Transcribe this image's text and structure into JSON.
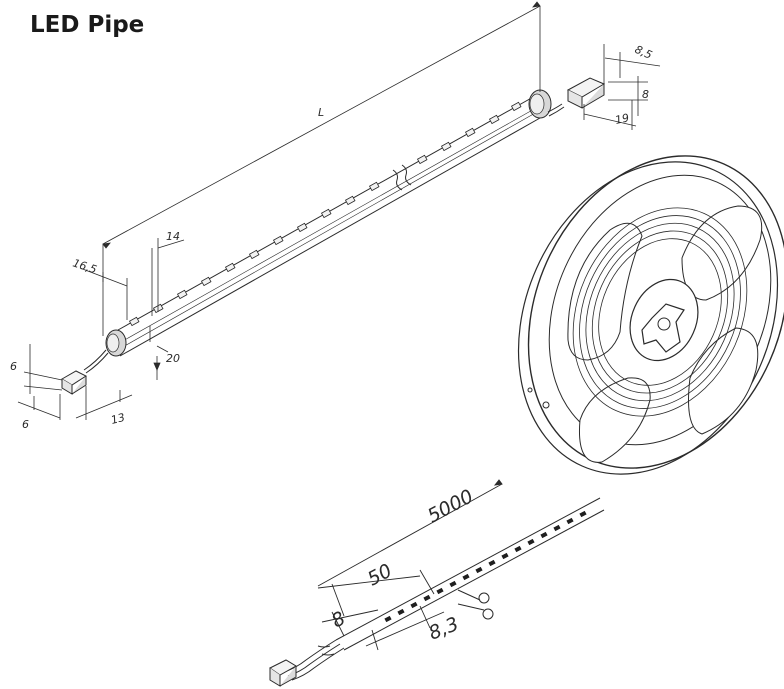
{
  "header": {
    "title": "LED Pipe"
  },
  "pipe": {
    "dims": {
      "length": "L",
      "end_width": "8,5",
      "end_height": "8",
      "end_depth": "19",
      "led_pitch": "14",
      "offset": "16,5",
      "diameter": "20",
      "connector_height": "6",
      "connector_width": "6",
      "connector_length": "13"
    }
  },
  "strip": {
    "dims": {
      "total_length": "5000",
      "cut_interval": "50",
      "strip_width": "8",
      "cut_offset": "8,3"
    }
  },
  "colors": {
    "line": "#2b2b2b",
    "background": "#ffffff"
  }
}
